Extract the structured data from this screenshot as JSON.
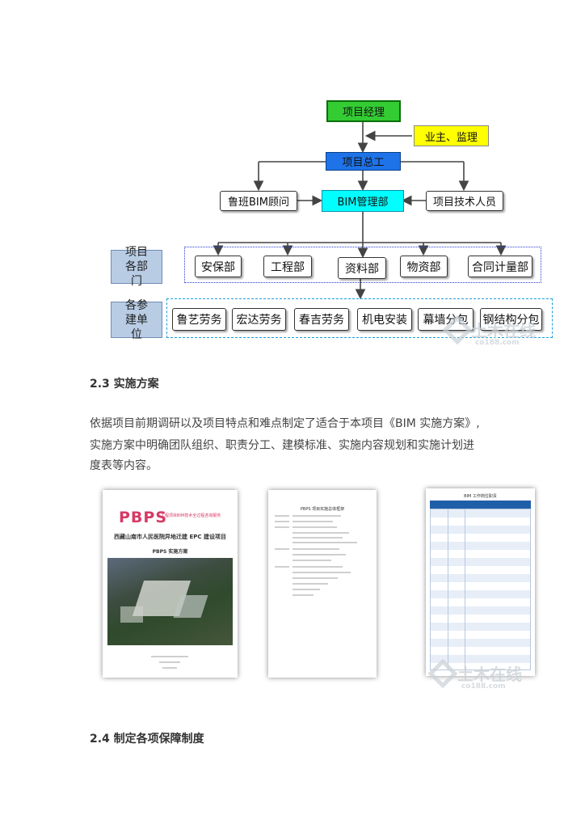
{
  "org_chart": {
    "pm": "项目经理",
    "owner": "业主、监理",
    "chief_engineer": "项目总工",
    "consultant": "鲁班BIM顾问",
    "bim_dept": "BIM管理部",
    "tech_staff": "项目技术人员",
    "departments_label": "项目各部门",
    "departments": [
      "安保部",
      "工程部",
      "资料部",
      "物资部",
      "合同计量部"
    ],
    "units_label": "各参建单位",
    "units": [
      "鲁艺劳务",
      "宏达劳务",
      "春吉劳务",
      "机电安装",
      "幕墙分包",
      "钢结构分包"
    ]
  },
  "section_2_3": {
    "heading": "2.3 实施方案",
    "para_line1": "依据项目前期调研以及项目特点和难点制定了适合于本项目《BIM 实施方案》,",
    "para_line2": "实施方案中明确团队组织、职责分工、建模标准、实施内容规划和实施计划进",
    "para_line3": "度表等内容。"
  },
  "thumbnails": {
    "cover": {
      "logo": "PBPS",
      "logo_sub": "工程项目BIM技术全过程咨询服务",
      "project": "西藏山南市人民医院异地迁建 EPC 建设项目",
      "doc_title": "PBPS 实施方案"
    },
    "toc_title": "PBPS 项目实施总体框架",
    "duty_title": "BIM 工作岗位职责"
  },
  "section_2_4": {
    "heading": "2.4 制定各项保障制度"
  },
  "watermark": {
    "text": "土木在线",
    "sub": "co188.com"
  }
}
